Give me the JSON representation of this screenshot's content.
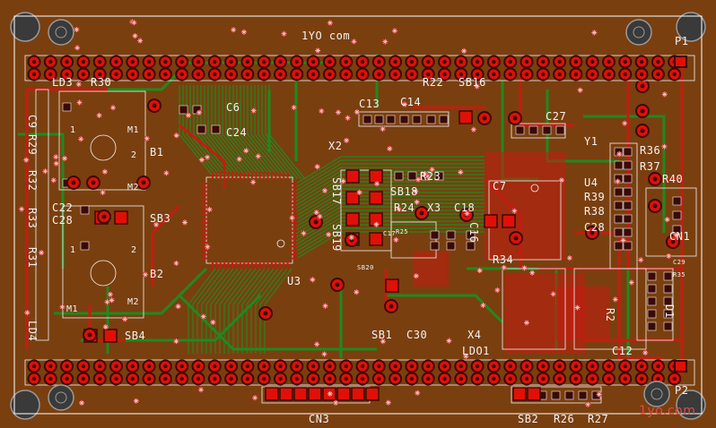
{
  "board": {
    "brand": "1YO com",
    "watermark": "1yo.com",
    "colors": {
      "substrate": "#7a3f0f",
      "copper_top": "#c41c10",
      "copper_bottom": "#1f8a1f",
      "silkscreen": "#f2f2f2",
      "pad_bright": "#e01008",
      "pad_dark": "#3a0a06",
      "hole": "#3a3a3a",
      "hole_ring": "#9a9a9a",
      "edge": "#ffffff"
    }
  },
  "labels": {
    "p1": "P1",
    "p2": "P2",
    "cn1": "CN1",
    "cn3": "CN3",
    "ld3": "LD3",
    "r30": "R30",
    "c9": "C9",
    "r29": "R29",
    "r32": "R32",
    "r33": "R33",
    "c22": "C22",
    "c28": "C28",
    "r31": "R31",
    "ld4": "LD4",
    "b1": "B1",
    "b2": "B2",
    "m1": "M1",
    "m2": "M2",
    "m1b": "M1",
    "m2b": "M2",
    "one_a": "1",
    "two_a": "2",
    "one_b": "1",
    "two_b": "2",
    "sb3": "SB3",
    "sb4": "SB4",
    "c6": "C6",
    "c24": "C24",
    "x2": "X2",
    "u3": "U3",
    "sb17": "SB17",
    "sb18": "SB18",
    "r23": "R23",
    "r24": "R24",
    "x3": "X3",
    "c18": "C18",
    "sb19": "SB19",
    "sb20": "SB20",
    "c17": "C17",
    "r25": "R25",
    "c13": "C13",
    "c14": "C14",
    "r22": "R22",
    "sb16": "SB16",
    "c27": "C27",
    "y1": "Y1",
    "u4": "U4",
    "r36": "R36",
    "r37": "R37",
    "r39": "R39",
    "r38": "R38",
    "c28b": "C28",
    "r40": "R40",
    "c7": "C7",
    "r34": "R34",
    "c29": "C29",
    "r35": "R35",
    "r2": "R2",
    "d1": "D1",
    "c12": "C12",
    "sb1": "SB1",
    "c30": "C30",
    "x4": "X4",
    "ldo1": "LDO1",
    "sb2": "SB2",
    "r26": "R26",
    "r27": "R27",
    "c16": "C16"
  }
}
